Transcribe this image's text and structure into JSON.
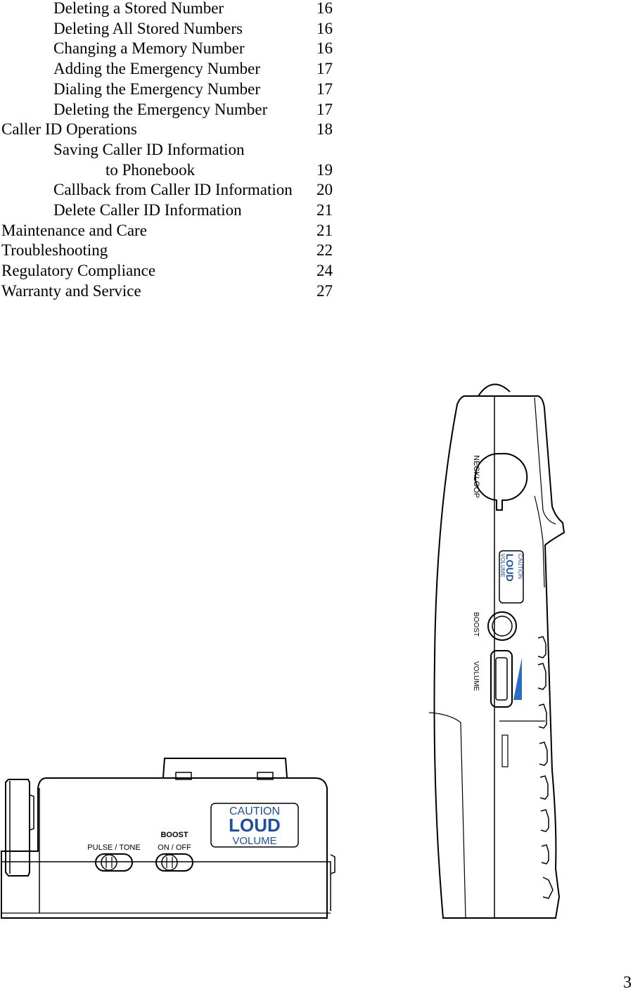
{
  "toc": [
    {
      "level": 1,
      "title": "Deleting a Stored Number",
      "page": "16"
    },
    {
      "level": 1,
      "title": "Deleting All Stored Numbers",
      "page": "16"
    },
    {
      "level": 1,
      "title": "Changing a Memory Number",
      "page": "16"
    },
    {
      "level": 1,
      "title": "Adding the Emergency Number",
      "page": "17"
    },
    {
      "level": 1,
      "title": "Dialing the Emergency Number",
      "page": "17"
    },
    {
      "level": 1,
      "title": "Deleting the Emergency Number",
      "page": "17"
    },
    {
      "level": 0,
      "title": "Caller ID Operations",
      "page": "18"
    },
    {
      "level": 1,
      "title": "Saving Caller ID Information",
      "page": ""
    },
    {
      "level": 2,
      "title": "to Phonebook",
      "page": "19"
    },
    {
      "level": 1,
      "title": "Callback from Caller ID Information",
      "page": "20"
    },
    {
      "level": 1,
      "title": "Delete Caller ID Information",
      "page": "21"
    },
    {
      "level": 0,
      "title": "Maintenance and Care",
      "page": "21"
    },
    {
      "level": 0,
      "title": "Troubleshooting",
      "page": "22"
    },
    {
      "level": 0,
      "title": "Regulatory Compliance",
      "page": "24"
    },
    {
      "level": 0,
      "title": "Warranty and Service",
      "page": "27"
    }
  ],
  "bottom_panel": {
    "switch_pulse_tone": "PULSE / TONE",
    "boost_title": "BOOST",
    "boost_switch": "ON / OFF",
    "caution_line1": "CAUTION",
    "caution_line2": "LOUD",
    "caution_line3": "VOLUME"
  },
  "side_panel": {
    "neckloop_label": "NECKLOOP",
    "caution_line1": "CAUTION",
    "caution_line2": "LOUD",
    "caution_line3": "VOLUME",
    "boost_label": "BOOST",
    "volume_label": "VOLUME"
  },
  "colors": {
    "caution_blue": "#1f4fa0",
    "volume_gradient": "#2b6cc4"
  },
  "page_number": "3"
}
